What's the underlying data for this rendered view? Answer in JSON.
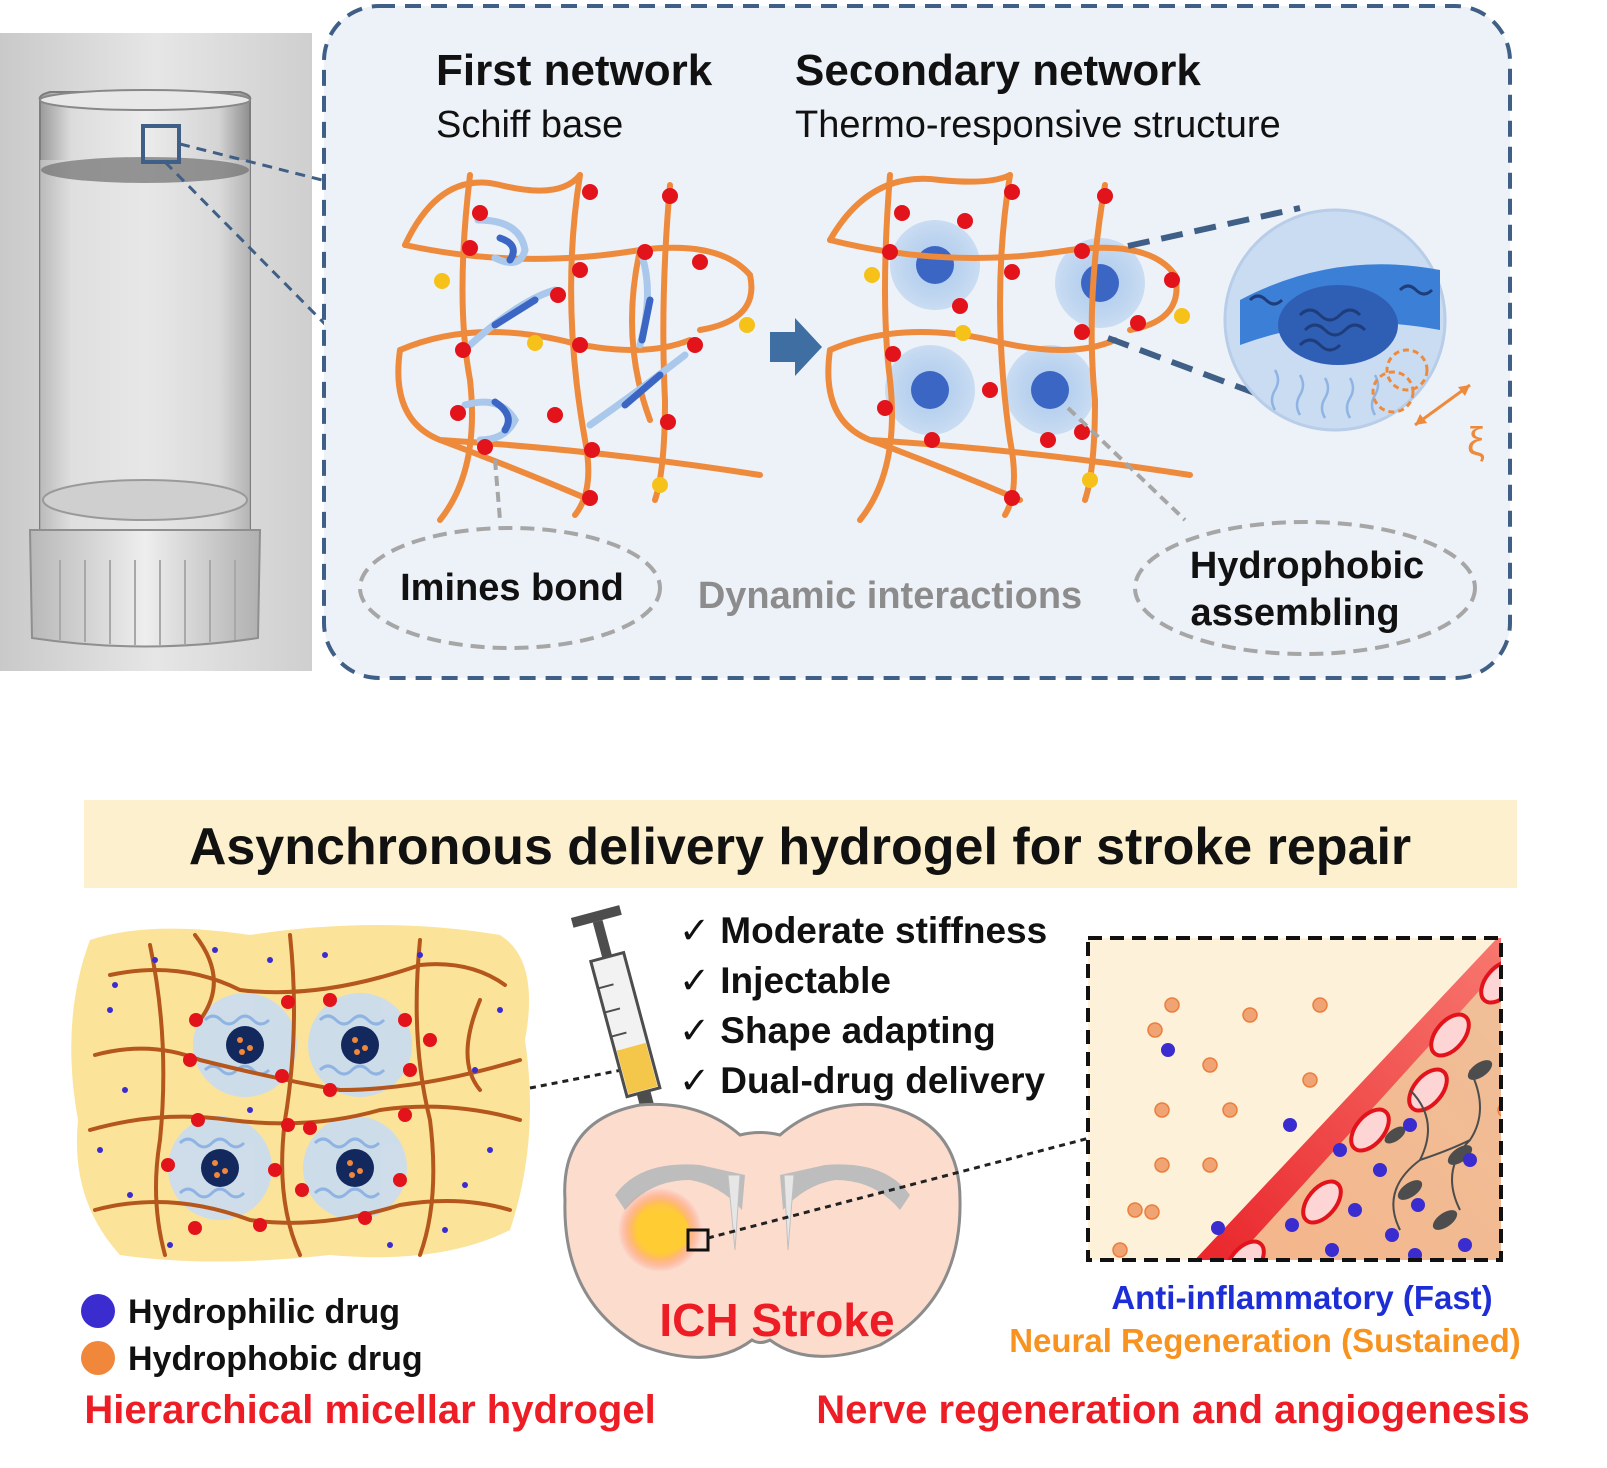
{
  "top_panel": {
    "first_network": {
      "title": "First network",
      "subtitle": "Schiff base"
    },
    "secondary_network": {
      "title": "Secondary network",
      "subtitle": "Thermo-responsive structure"
    },
    "imines_bond": "Imines bond",
    "dynamic_interactions": "Dynamic interactions",
    "hydrophobic_line1": "Hydrophobic",
    "hydrophobic_line2": "assembling",
    "xi_symbol": "ξ"
  },
  "bottom_panel": {
    "banner": "Asynchronous delivery hydrogel for stroke repair",
    "features": [
      "✓ Moderate stiffness",
      "✓ Injectable",
      "✓ Shape adapting",
      "✓ Dual-drug delivery"
    ],
    "legend": {
      "hydrophilic": "Hydrophilic drug",
      "hydrophobic": "Hydrophobic drug"
    },
    "ich_stroke": "ICH Stroke",
    "anti_inflammatory": "Anti-inflammatory (Fast)",
    "neural_regeneration": "Neural Regeneration (Sustained)",
    "left_caption": "Hierarchical micellar hydrogel",
    "right_caption": "Nerve regeneration and angiogenesis"
  },
  "colors": {
    "fiber_orange": "#ee8a3c",
    "fiber_brown": "#b5561c",
    "red_dot": "#e3131b",
    "yellow_dot": "#f6c21a",
    "micelle_blue": "#3b66c4",
    "hydrophilic_purple": "#3a2ccf",
    "hydrophobic_orange": "#f0873a",
    "caption_red": "#ee1c24",
    "anti_blue": "#1d2ed6",
    "neural_orange": "#f7931e",
    "panel_bg": "#edf1f8",
    "banner_bg": "#fdf0cf"
  }
}
